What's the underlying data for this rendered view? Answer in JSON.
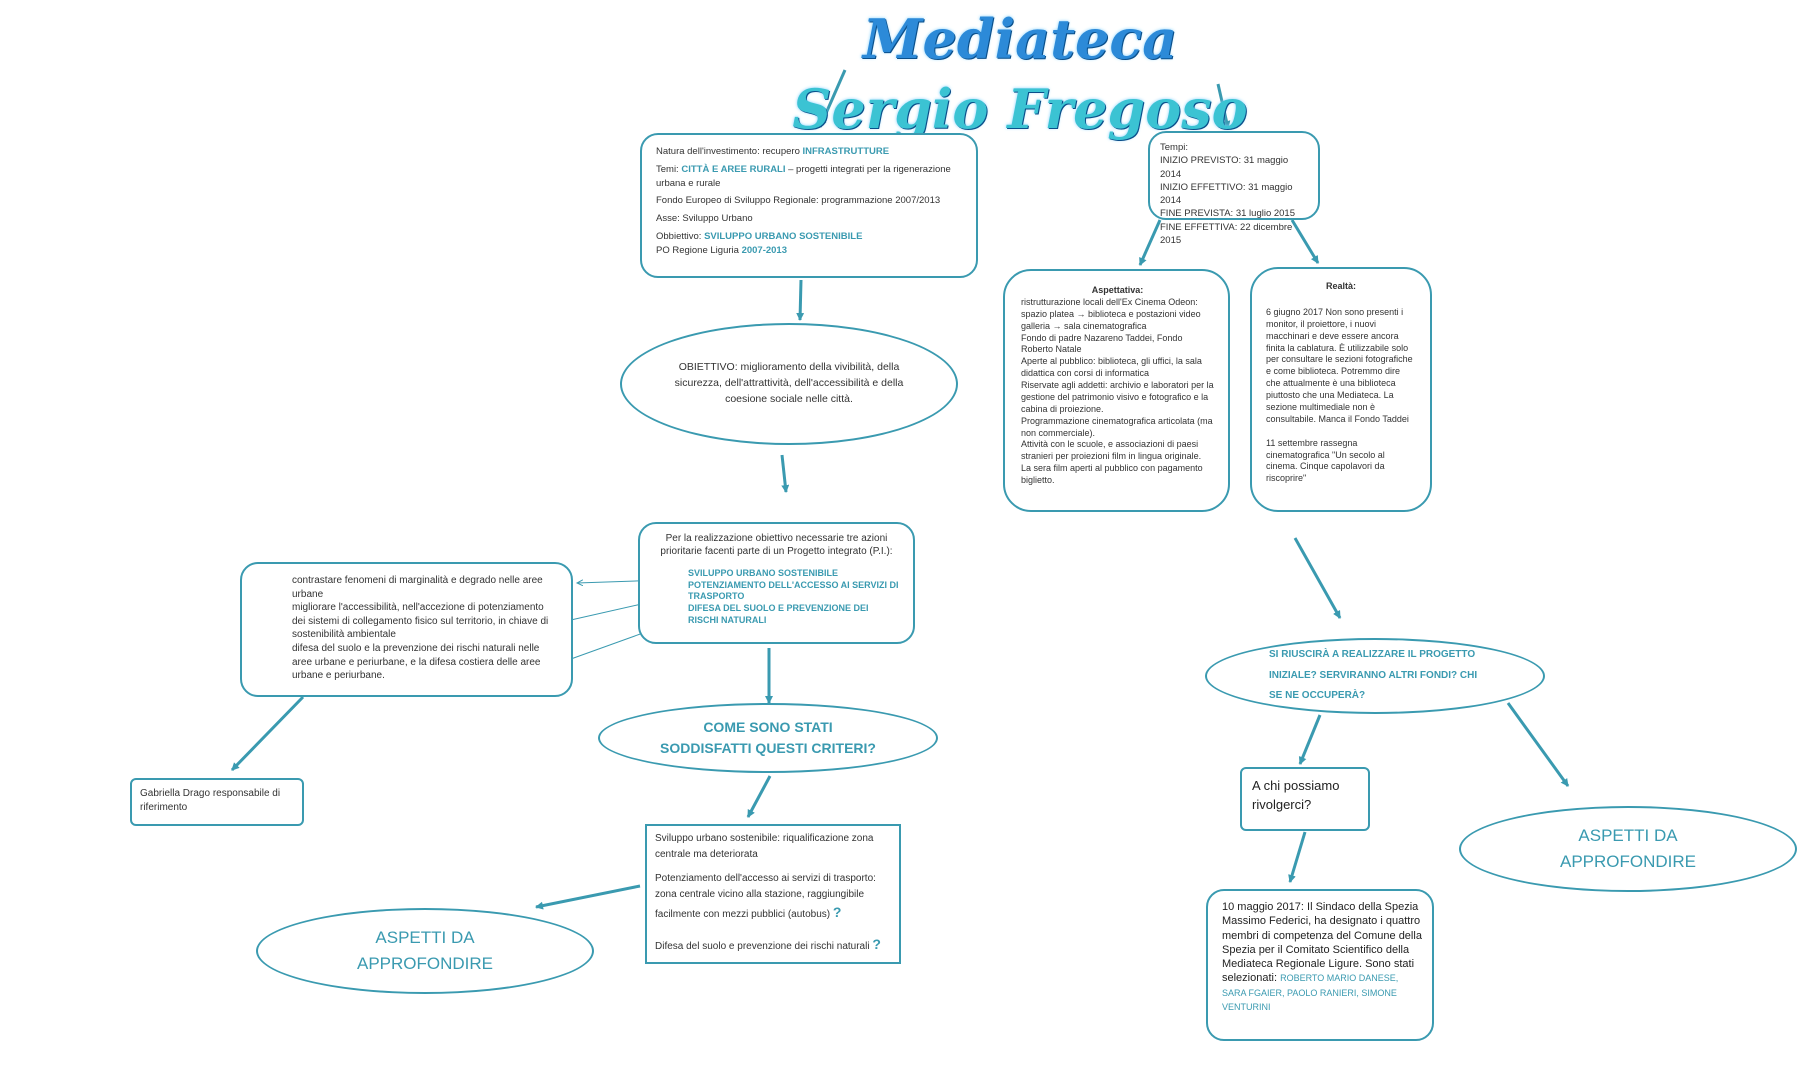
{
  "title": {
    "part1": "Mediateca",
    "part2": "Sergio Fregoso"
  },
  "info": {
    "natura_label": "Natura dell'investimento: recupero ",
    "natura_value": "INFRASTRUTTURE",
    "temi_label": "Temi: ",
    "temi_value": "CITTÀ E AREE RURALI",
    "temi_rest": " – progetti integrati per la rigenerazione urbana e rurale",
    "fondo": "Fondo Europeo di Sviluppo Regionale: programmazione 2007/2013",
    "asse": "Asse: Sviluppo Urbano",
    "obiettivo_label": "Obbiettivo: ",
    "obiettivo_value": "SVILUPPO URBANO SOSTENIBILE",
    "po_label": "PO Regione Liguria ",
    "po_value": "2007-2013"
  },
  "obiettivo_ellipse": "OBIETTIVO: miglioramento della vivibilità, della sicurezza, dell'attrattività, dell'accessibilità e della coesione sociale nelle città.",
  "azioni": {
    "intro": "Per la realizzazione obiettivo necessarie tre azioni prioritarie facenti parte di un Progetto integrato (P.I.):",
    "items": [
      "SVILUPPO URBANO SOSTENIBILE",
      "POTENZIAMENTO DELL'ACCESSO AI SERVIZI DI TRASPORTO",
      "DIFESA DEL SUOLO E PREVENZIONE DEI RISCHI NATURALI"
    ]
  },
  "azioni_desc": [
    "contrastare fenomeni di marginalità e degrado nelle aree urbane",
    "migliorare l'accessibilità, nell'accezione di potenziamento dei sistemi di collegamento fisico sul territorio, in chiave di sostenibilità ambientale",
    "difesa del suolo e la prevenzione dei rischi naturali nelle aree urbane e periurbane, e la difesa costiera delle aree urbane e periurbane."
  ],
  "responsabile": "Gabriella Drago responsabile di riferimento",
  "criteri_question": "COME SONO STATI SODDISFATTI QUESTI CRITERI?",
  "criteri": {
    "c1": "Sviluppo urbano sostenibile: riqualificazione zona centrale ma deteriorata",
    "c2": "Potenziamento dell'accesso ai servizi di trasporto: zona centrale vicino alla stazione, raggiungibile facilmente con mezzi pubblici (autobus)",
    "c3": "Difesa del suolo e prevenzione dei rischi naturali",
    "mark": "?"
  },
  "aspetti_left": "ASPETTI DA APPROFONDIRE",
  "tempi": {
    "label": "Tempi:",
    "lines": [
      "INIZIO PREVISTO: 31 maggio 2014",
      "INIZIO EFFETTIVO: 31 maggio 2014",
      "FINE PREVISTA: 31 luglio 2015",
      "FINE EFFETTIVA: 22 dicembre 2015"
    ]
  },
  "aspettativa": {
    "title": "Aspettativa:",
    "lines": [
      "ristrutturazione locali dell'Ex Cinema Odeon:",
      "spazio platea → biblioteca e postazioni video",
      "galleria → sala cinematografica",
      "Fondo di padre Nazareno Taddei, Fondo Roberto Natale",
      "Aperte al pubblico: biblioteca, gli uffici, la sala didattica con corsi di informatica",
      "Riservate agli addetti: archivio e laboratori per la gestione del patrimonio visivo e fotografico e la cabina di proiezione.",
      "Programmazione cinematografica articolata (ma non commerciale).",
      "Attività con le scuole, e associazioni di paesi stranieri per proiezioni film in lingua originale.",
      "La sera film aperti al pubblico con pagamento biglietto."
    ]
  },
  "realta": {
    "title": "Realtà:",
    "p1": "6 giugno 2017 Non sono presenti i monitor, il proiettore, i nuovi macchinari e deve essere ancora finita la cablatura. È utilizzabile solo per consultare le sezioni fotografiche e come biblioteca. Potremmo dire che attualmente è una biblioteca piuttosto che una Mediateca.  La sezione multimediale non è consultabile. Manca il Fondo Taddei",
    "p2": "11 settembre rassegna cinematografica \"Un secolo al cinema. Cinque capolavori da riscoprire\""
  },
  "domanda": "SI RIUSCIRÀ A REALIZZARE IL PROGETTO INIZIALE? SERVIRANNO ALTRI FONDI? CHI SE NE OCCUPERÀ?",
  "chi": "A chi possiamo rivolgerci?",
  "comitato": {
    "text": "10 maggio 2017: Il Sindaco della Spezia Massimo Federici, ha designato i quattro membri di competenza del Comune della Spezia per il Comitato Scientifico della Mediateca Regionale Ligure. Sono stati selezionati: ",
    "names": "ROBERTO MARIO DANESE, SARA FGAIER, PAOLO RANIERI, SIMONE VENTURINI"
  },
  "aspetti_right": "ASPETTI DA APPROFONDIRE",
  "colors": {
    "accent": "#3a9ab0",
    "title_blue": "#2c8ad8",
    "title_cyan": "#3bc3d3"
  }
}
